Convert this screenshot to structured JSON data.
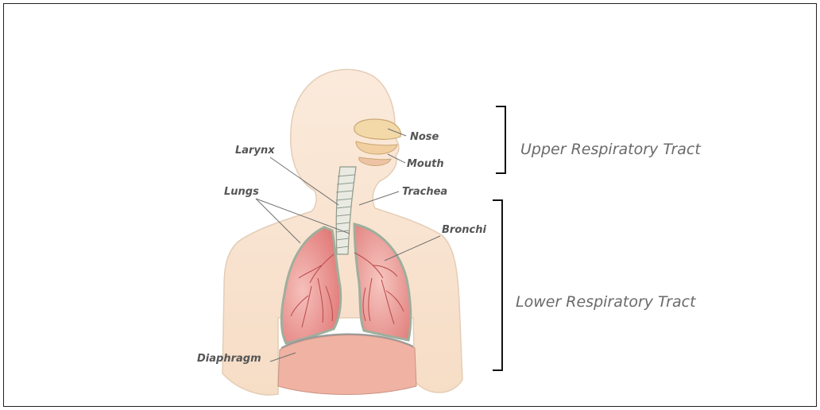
{
  "labels": {
    "nose": "Nose",
    "mouth": "Mouth",
    "larynx": "Larynx",
    "trachea": "Trachea",
    "lungs": "Lungs",
    "bronchi": "Bronchi",
    "diaphragm": "Diaphragm"
  },
  "regions": {
    "upper": "Upper Respiratory Tract",
    "lower": "Lower Respiratory Tract"
  },
  "colors": {
    "skin": "#f8e4d0",
    "skin_outline": "#d9c2a9",
    "lung": "#eb8f8c",
    "lung_outline": "#9fae9c",
    "diaphragm": "#f0b2a2",
    "nasal": "#f4d9a8"
  }
}
